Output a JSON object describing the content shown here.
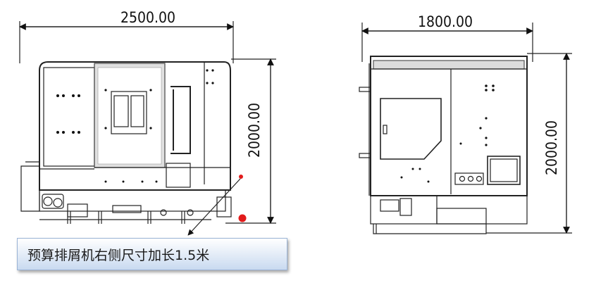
{
  "front_view": {
    "width_dim": "2500.00",
    "height_dim": "2000.00"
  },
  "side_view": {
    "width_dim": "1800.00",
    "height_dim": "2000.00"
  },
  "annotation": {
    "text": "预算排屑机右侧尺寸加长1.5米",
    "marker_color": "#e21b1b"
  }
}
